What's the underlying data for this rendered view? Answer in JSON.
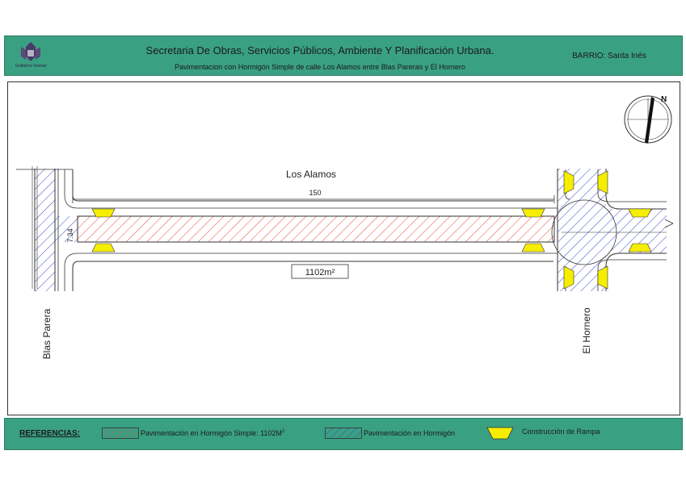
{
  "header": {
    "logo_text": "Gobierno Vecinal",
    "title": "Secretaria De Obras, Servicios Públicos, Ambiente Y Planificación Urbana.",
    "subtitle": "Pavimentacion con Hormigón Simple de calle Los Alamos entre Blas Pareras y El Hornero",
    "barrio": "BARRIO: Santa Inés"
  },
  "drawing": {
    "street_name": "Los Alamos",
    "length": "150",
    "width": "7.34",
    "area": "1102m²",
    "left_street": "Blas Parera",
    "right_street": "El Hornero",
    "north": "N"
  },
  "references": {
    "label": "REFERENCIAS:",
    "item1_main": "Pavimentación en Hormigón Simple: 1102M",
    "item1_sup": "2",
    "item2": "Pavimentación en Hormigón",
    "item3": "Construcción de Rampa"
  },
  "colors": {
    "header_bg": "#3aa082",
    "red_hatch": "#e64a3c",
    "blue_hatch": "#3b47c4",
    "ramp": "#f5ee00"
  }
}
